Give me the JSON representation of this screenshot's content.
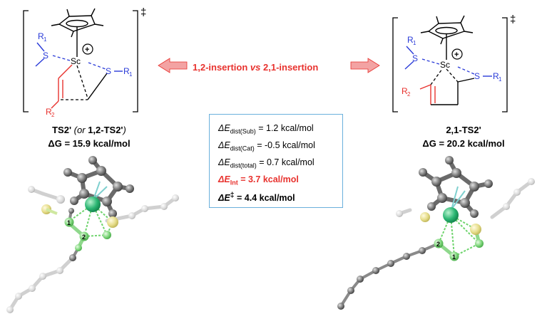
{
  "left_ts": {
    "title_main": "TS2'",
    "title_or": "(or",
    "title_alt": "1,2-TS2'",
    "title_close": ")",
    "energy": "ΔG = 15.9 kcal/mol"
  },
  "right_ts": {
    "title": "2,1-TS2'",
    "energy": "ΔG = 20.2 kcal/mol"
  },
  "arrow_label": {
    "part1": "1,2-insertion ",
    "vs": "vs",
    "part2": " 2,1-insertion"
  },
  "structure_labels": {
    "r1": "R",
    "r1_sub": "1",
    "r2": "R",
    "r2_sub": "2",
    "s": "S",
    "sc": "Sc",
    "plus": "+",
    "dagger": "‡"
  },
  "atom_labels": {
    "one": "1",
    "two": "2"
  },
  "energy_box": {
    "row1": {
      "sym": "ΔE",
      "sub": "dist(Sub)",
      "val": " = 1.2 kcal/mol"
    },
    "row2": {
      "sym": "ΔE",
      "sub": "dist(Cat)",
      "val": " = -0.5 kcal/mol"
    },
    "row3": {
      "sym": "ΔE",
      "sub": "dist(total)",
      "val": " = 0.7 kcal/mol"
    },
    "row4": {
      "sym": "ΔE",
      "sub": "Int",
      "val": " = 3.7 kcal/mol"
    },
    "row5": {
      "sym": "ΔE",
      "sup": "‡",
      "val": " = 4.4 kcal/mol"
    }
  },
  "colors": {
    "blue": "#2a3bd8",
    "red": "#e8322e",
    "arrow_fill": "#f3a3a3",
    "box_border": "#6ab0dc",
    "sc_green": "#2bb673",
    "c_green": "#7ed67b",
    "sulfur": "#e6dd8a",
    "carbon_grey": "#7a7a7a"
  }
}
